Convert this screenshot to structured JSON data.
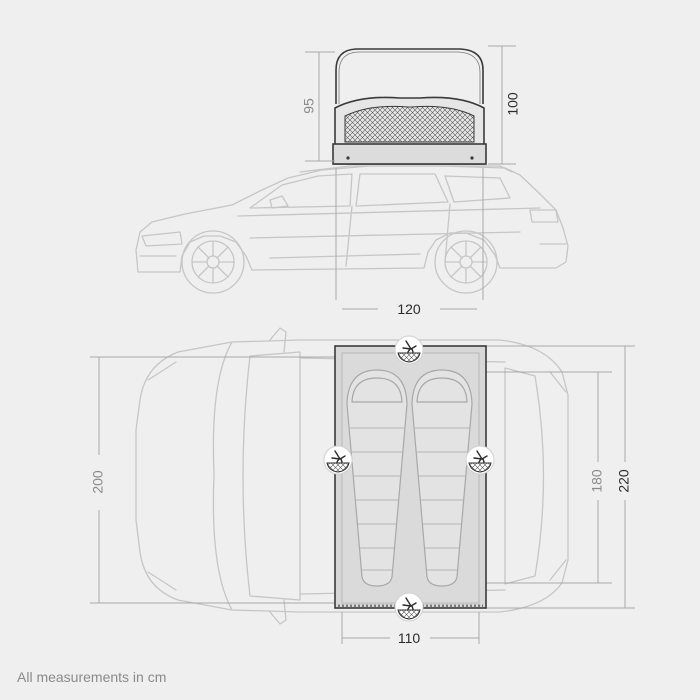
{
  "dimensions": {
    "tent_height_closed": "95",
    "tent_height_open": "100",
    "tent_width_top": "120",
    "mattress_width": "110",
    "total_length_left": "200",
    "mattress_length": "180",
    "total_length_right": "220"
  },
  "footnote": "All measurements in cm",
  "colors": {
    "background": "#efefef",
    "car_outline": "#c6c6c6",
    "dimension_line": "#a8a8a8",
    "dark_label": "#2b2b2b",
    "light_label": "#8a8a8a",
    "tent_frame": "#3a3a3a",
    "tent_floor": "#d7d7d7"
  },
  "icons": [
    "mosquito-net-icon",
    "mosquito-net-icon",
    "mosquito-net-icon",
    "mosquito-net-icon"
  ]
}
